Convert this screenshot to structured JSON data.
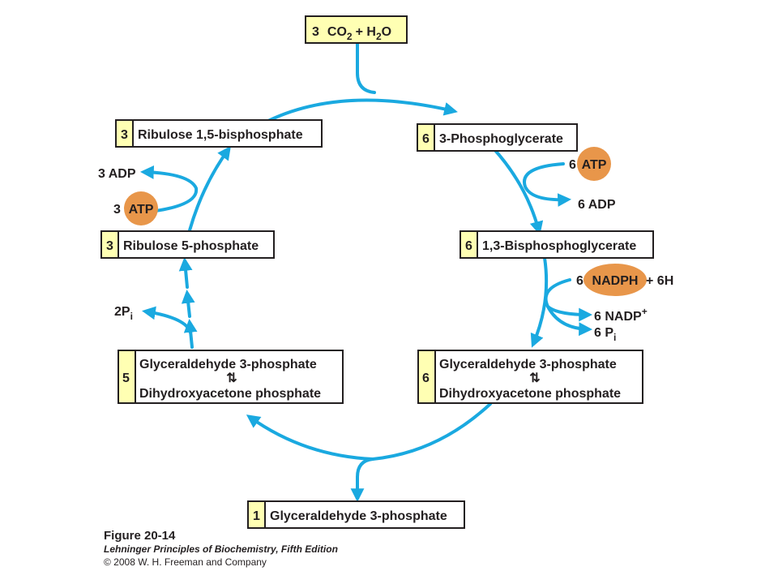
{
  "colors": {
    "arrow": "#1aa9e0",
    "badge": "#ffffb3",
    "cofactor": "#e8964a",
    "box_border": "#231f20"
  },
  "inputs": {
    "coefficient": "3",
    "co2": "CO",
    "co2_sub": "2",
    "plus": "+ H",
    "h2o_sub": "2",
    "h2o_tail": "O"
  },
  "boxes": {
    "ribulose_bp": {
      "num": "3",
      "label": "Ribulose 1,5-bisphosphate"
    },
    "phosphoglycerate": {
      "num": "6",
      "label": "3-Phosphoglycerate"
    },
    "ribulose_5p": {
      "num": "3",
      "label": "Ribulose 5-phosphate"
    },
    "bisphosphoglycerate": {
      "num": "6",
      "label": "1,3-Bisphosphoglycerate"
    },
    "triose_left": {
      "num": "5",
      "line1": "Glyceraldehyde 3-phosphate",
      "line2": "Dihydroxyacetone phosphate"
    },
    "triose_right": {
      "num": "6",
      "line1": "Glyceraldehyde 3-phosphate",
      "line2": "Dihydroxyacetone phosphate"
    },
    "output": {
      "num": "1",
      "label": "Glyceraldehyde 3-phosphate"
    }
  },
  "cofactors": {
    "adp_left": "3 ADP",
    "atp_left_coef": "3",
    "atp_left": "ATP",
    "atp_right_coef": "6",
    "atp_right": "ATP",
    "adp_right": "6 ADP",
    "nadph_coef": "6",
    "nadph": "NADPH",
    "nadph_tail": "+ 6H",
    "nadp": "6 NADP",
    "nadp_sup": "+",
    "pi_right": "6 P",
    "pi_right_sub": "i",
    "pi_left": "2P",
    "pi_left_sub": "i"
  },
  "equilibrium_symbol": "⇅",
  "caption": {
    "figure": "Figure 20-14",
    "book": "Lehninger Principles of Biochemistry, Fifth Edition",
    "copyright": "© 2008 W. H. Freeman and Company"
  }
}
